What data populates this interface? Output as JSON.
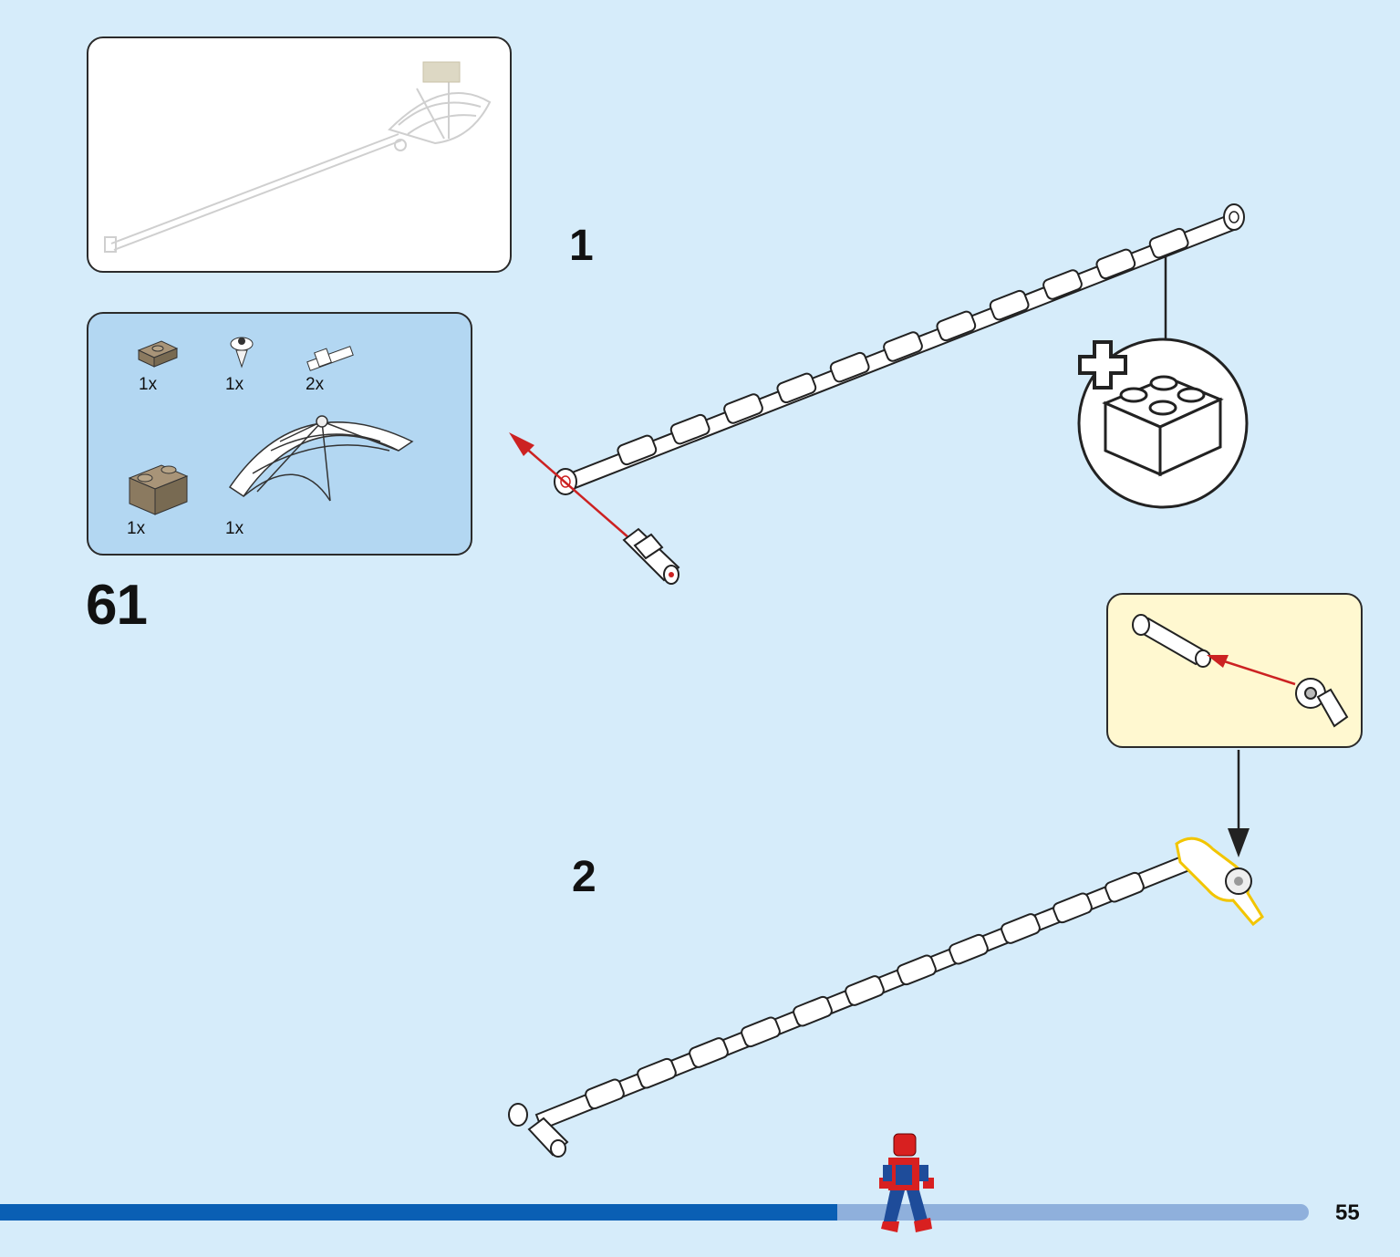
{
  "page": {
    "step_number": "61",
    "page_number": "55",
    "sub_steps": [
      "1",
      "2"
    ]
  },
  "parts_list": [
    {
      "name": "brick-1x2-dark-tan-plate",
      "qty": "1x"
    },
    {
      "name": "round-plate-with-clip",
      "qty": "1x"
    },
    {
      "name": "bar-with-stopper",
      "qty": "2x"
    },
    {
      "name": "brick-1x2-masonry-dark-tan",
      "qty": "1x"
    },
    {
      "name": "spider-web-dome",
      "qty": "1x"
    }
  ],
  "colors": {
    "background": "#d6ecfa",
    "parts_panel": "#b3d7f2",
    "callout_panel": "#fff8d0",
    "arrow": "#cc2222",
    "highlight": "#f2c500",
    "progress_done": "#0a5fb4",
    "progress_remaining": "#8fb0dc"
  },
  "progress": {
    "fraction_complete": 0.64
  },
  "icons": [
    "add-brick-icon",
    "spider-man-minifig-icon"
  ]
}
